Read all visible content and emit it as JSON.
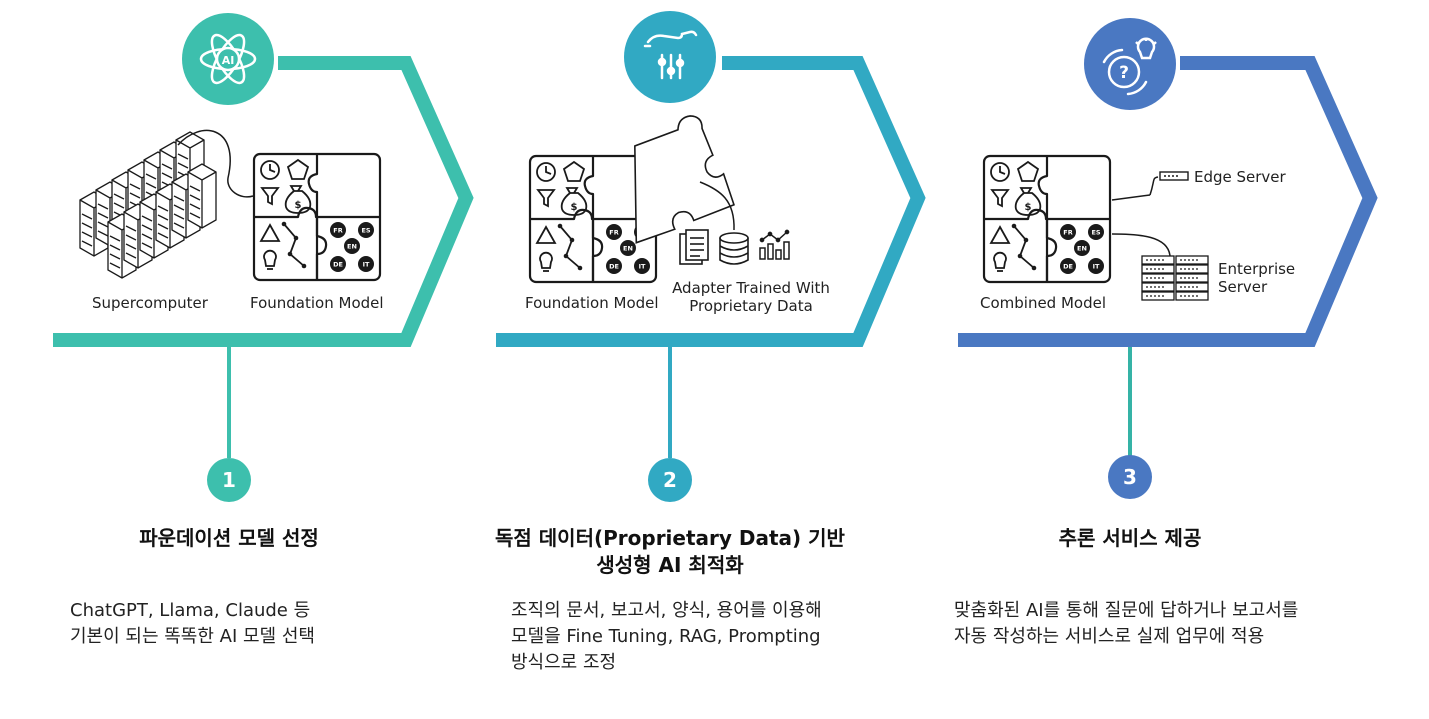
{
  "colors": {
    "step1": "#3dbfad",
    "step2": "#31a9c3",
    "step3": "#4a78c2",
    "step3_connector": "#35b3a6",
    "line_art": "#1a1a1a"
  },
  "steps": [
    {
      "number": "1",
      "icon": "ai-atom-icon",
      "title_lines": [
        "파운데이션 모델 선정"
      ],
      "desc_lines": [
        "ChatGPT, Llama, Claude 등",
        "기본이 되는 똑똑한 AI 모델 선택"
      ],
      "labels": {
        "supercomputer": "Supercomputer",
        "foundation_model": "Foundation Model"
      }
    },
    {
      "number": "2",
      "icon": "hand-data-controls-icon",
      "title_lines": [
        "독점 데이터(Proprietary Data) 기반",
        "생성형 AI 최적화"
      ],
      "desc_lines": [
        "조직의 문서, 보고서, 양식, 용어를 이용해",
        "모델을 Fine Tuning, RAG, Prompting",
        "방식으로 조정"
      ],
      "labels": {
        "foundation_model": "Foundation Model",
        "adapter_line1": "Adapter Trained With",
        "adapter_line2": "Proprietary Data"
      }
    },
    {
      "number": "3",
      "icon": "question-lightbulb-icon",
      "title_lines": [
        "추론 서비스 제공"
      ],
      "desc_lines": [
        "맞춤화된 AI를 통해 질문에 답하거나 보고서를",
        "자동 작성하는 서비스로 실제 업무에 적용"
      ],
      "labels": {
        "combined_model": "Combined Model",
        "edge_server": "Edge Server",
        "enterprise_line1": "Enterprise",
        "enterprise_line2": "Server"
      }
    }
  ],
  "puzzle_badges": [
    "FR",
    "ES",
    "EN",
    "DE",
    "IT"
  ],
  "puzzle_icons": [
    "clock-icon",
    "pentagon-icon",
    "filter-icon",
    "money-bag-icon",
    "triangle-icon",
    "network-icon",
    "lightbulb-icon"
  ]
}
